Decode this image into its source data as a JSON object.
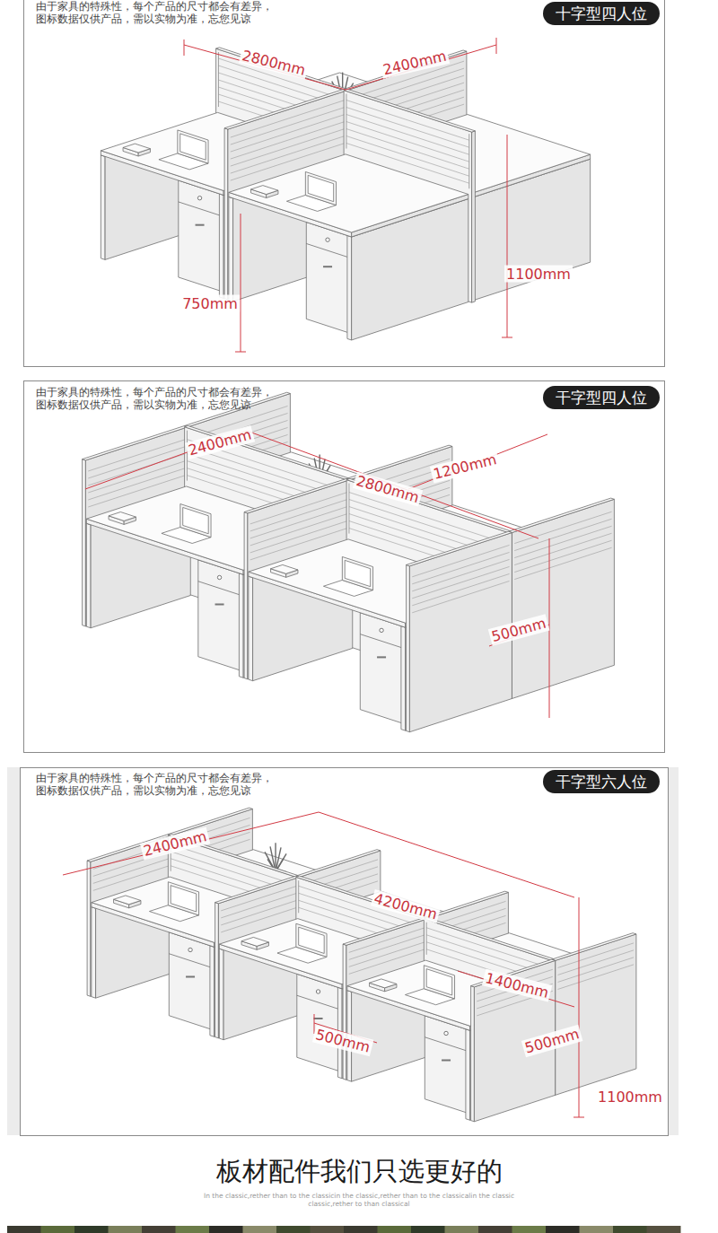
{
  "diagram": {
    "title": "板材配件我们只选更好的",
    "nodes": [
      {
        "text": [
          "十字型四人位"
        ]
      },
      {
        "text": [
          "干字型四人位"
        ]
      },
      {
        "text": [
          "干字型六人位"
        ]
      }
    ],
    "labels": [
      "由于家具的特殊性，每个产品的尺寸都会有差异， 图标数据仅供产品，需以实物为准，忘您见谅",
      "2800mm",
      "2400mm",
      "750mm",
      "1100mm",
      "由于家具的特殊性，每个产品的尺寸都会有差异， 图标数据仅供产品，需以实物为准，忘您见谅",
      "2400mm",
      "1200mm",
      "2800mm",
      "500mm",
      "由于家具的特殊性，每个产品的尺寸都会有差异， 图标数据仅供产品，需以实物为准，忘您见谅",
      "2400mm",
      "4200mm",
      "1400mm",
      "500mm",
      "500mm",
      "1100mm",
      "In the classic,rether than to the classicin the classic,rether than to the classicalin the classic classic,rether to than classical"
    ]
  }
}
